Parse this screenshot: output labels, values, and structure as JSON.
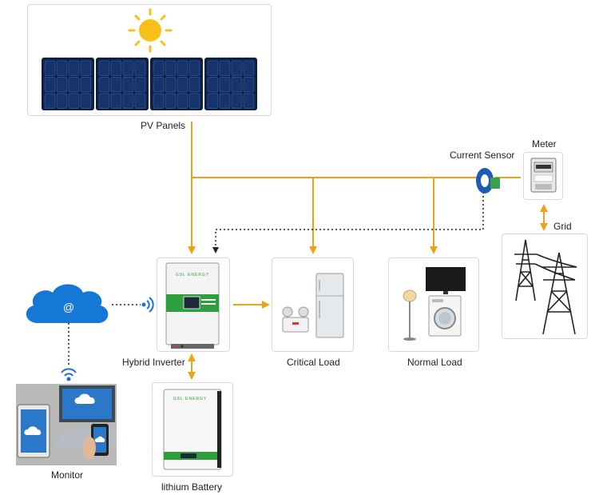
{
  "labels": {
    "pv_panels": "PV Panels",
    "current_sensor": "Current Sensor",
    "meter": "Meter",
    "grid": "Grid",
    "hybrid_inverter": "Hybrid Inverter",
    "critical_load": "Critical Load",
    "normal_load": "Normal Load",
    "lithium_battery": "lithium Battery",
    "monitor": "Monitor"
  },
  "brand": {
    "inverter_brand": "GSL ENERGY",
    "battery_brand": "GSL ENERGY"
  },
  "cloud_symbol": "@",
  "colors": {
    "flow_line": "#eea21b",
    "panel_cell": "#16346b",
    "panel_frame": "#0c1f45",
    "sun": "#f7c11a",
    "cloud": "#1577d6",
    "accent_green": "#2e9e3e",
    "sensor_blue": "#1f5bb5",
    "wifi_blue": "#1a6fd0"
  },
  "icons": [
    "sun-icon",
    "solar-panel-icon",
    "cloud-icon",
    "wifi-icon",
    "current-sensor-icon",
    "meter-icon",
    "transmission-tower-icon",
    "inverter-icon",
    "fridge-icon",
    "emergency-light-icon",
    "tv-icon",
    "washing-machine-icon",
    "floor-lamp-icon",
    "battery-icon",
    "laptop-icon",
    "tablet-icon",
    "phone-icon"
  ]
}
